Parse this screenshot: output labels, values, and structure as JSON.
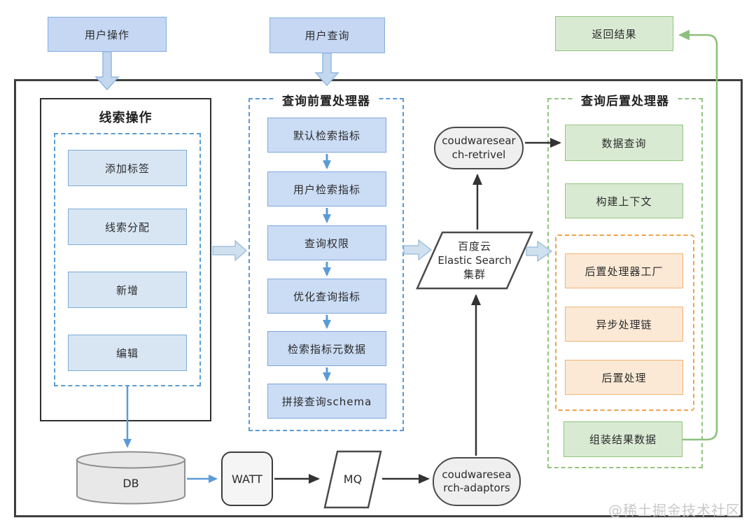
{
  "top_nodes": {
    "user_action": "用户操作",
    "user_query": "用户查询",
    "return_result": "返回结果"
  },
  "clue_panel": {
    "title": "线索操作",
    "items": [
      "添加标签",
      "线索分配",
      "新增",
      "编辑"
    ]
  },
  "pre_processor": {
    "title": "查询前置处理器",
    "steps": [
      "默认检索指标",
      "用户检索指标",
      "查询权限",
      "优化查询指标",
      "检索指标元数据",
      "拼接查询schema"
    ]
  },
  "search_cluster": {
    "retrieval_lines": [
      "coudwaresear",
      "ch-retrivel"
    ],
    "es_lines": [
      "百度云",
      "Elastic Search",
      "集群"
    ],
    "adaptor_lines": [
      "coudwaresea",
      "rch-adaptors"
    ]
  },
  "post_processor": {
    "title": "查询后置处理器",
    "data_query": "数据查询",
    "build_context": "构建上下文",
    "orange_steps": [
      "后置处理器工厂",
      "异步处理链",
      "后置处理"
    ],
    "assemble_result": "组装结果数据"
  },
  "pipeline": {
    "db": "DB",
    "watt": "WATT",
    "mq": "MQ"
  },
  "watermark": "@稀土掘金技术社区",
  "colors": {
    "blue_fill": "#cbdcf5",
    "blue_border": "#7ea6dc",
    "green_fill": "#d9ead3",
    "green_border": "#93c47d",
    "orange_fill": "#fce9d5",
    "orange_border": "#f3b273",
    "grey_fill": "#efefef",
    "dark_line": "#333333",
    "arrow_blue": "#5b9bd5",
    "arrow_green": "#8cc07c",
    "block_arrow_fill": "#c3d8ee",
    "block_arrow_border": "#94b9e4"
  }
}
